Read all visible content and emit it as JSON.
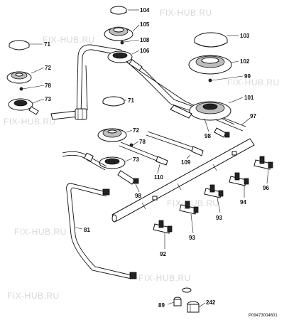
{
  "diagram": {
    "code": "P09473004601",
    "watermark": "FIX-HUB.RU",
    "labels": {
      "l104": "104",
      "l105": "105",
      "l108": "108",
      "l106": "106",
      "l103": "103",
      "l102": "102",
      "l99": "99",
      "l101": "101",
      "l71a": "71",
      "l72a": "72",
      "l78a": "78",
      "l73a": "73",
      "l71b": "71",
      "l72b": "72",
      "l78b": "78",
      "l73b": "73",
      "l97": "97",
      "l98a": "98",
      "l109": "109",
      "l110": "110",
      "l98b": "98",
      "l96": "96",
      "l94": "94",
      "l93a": "93",
      "l93b": "93",
      "l92": "92",
      "l81": "81",
      "l89": "89",
      "l242": "242"
    }
  }
}
